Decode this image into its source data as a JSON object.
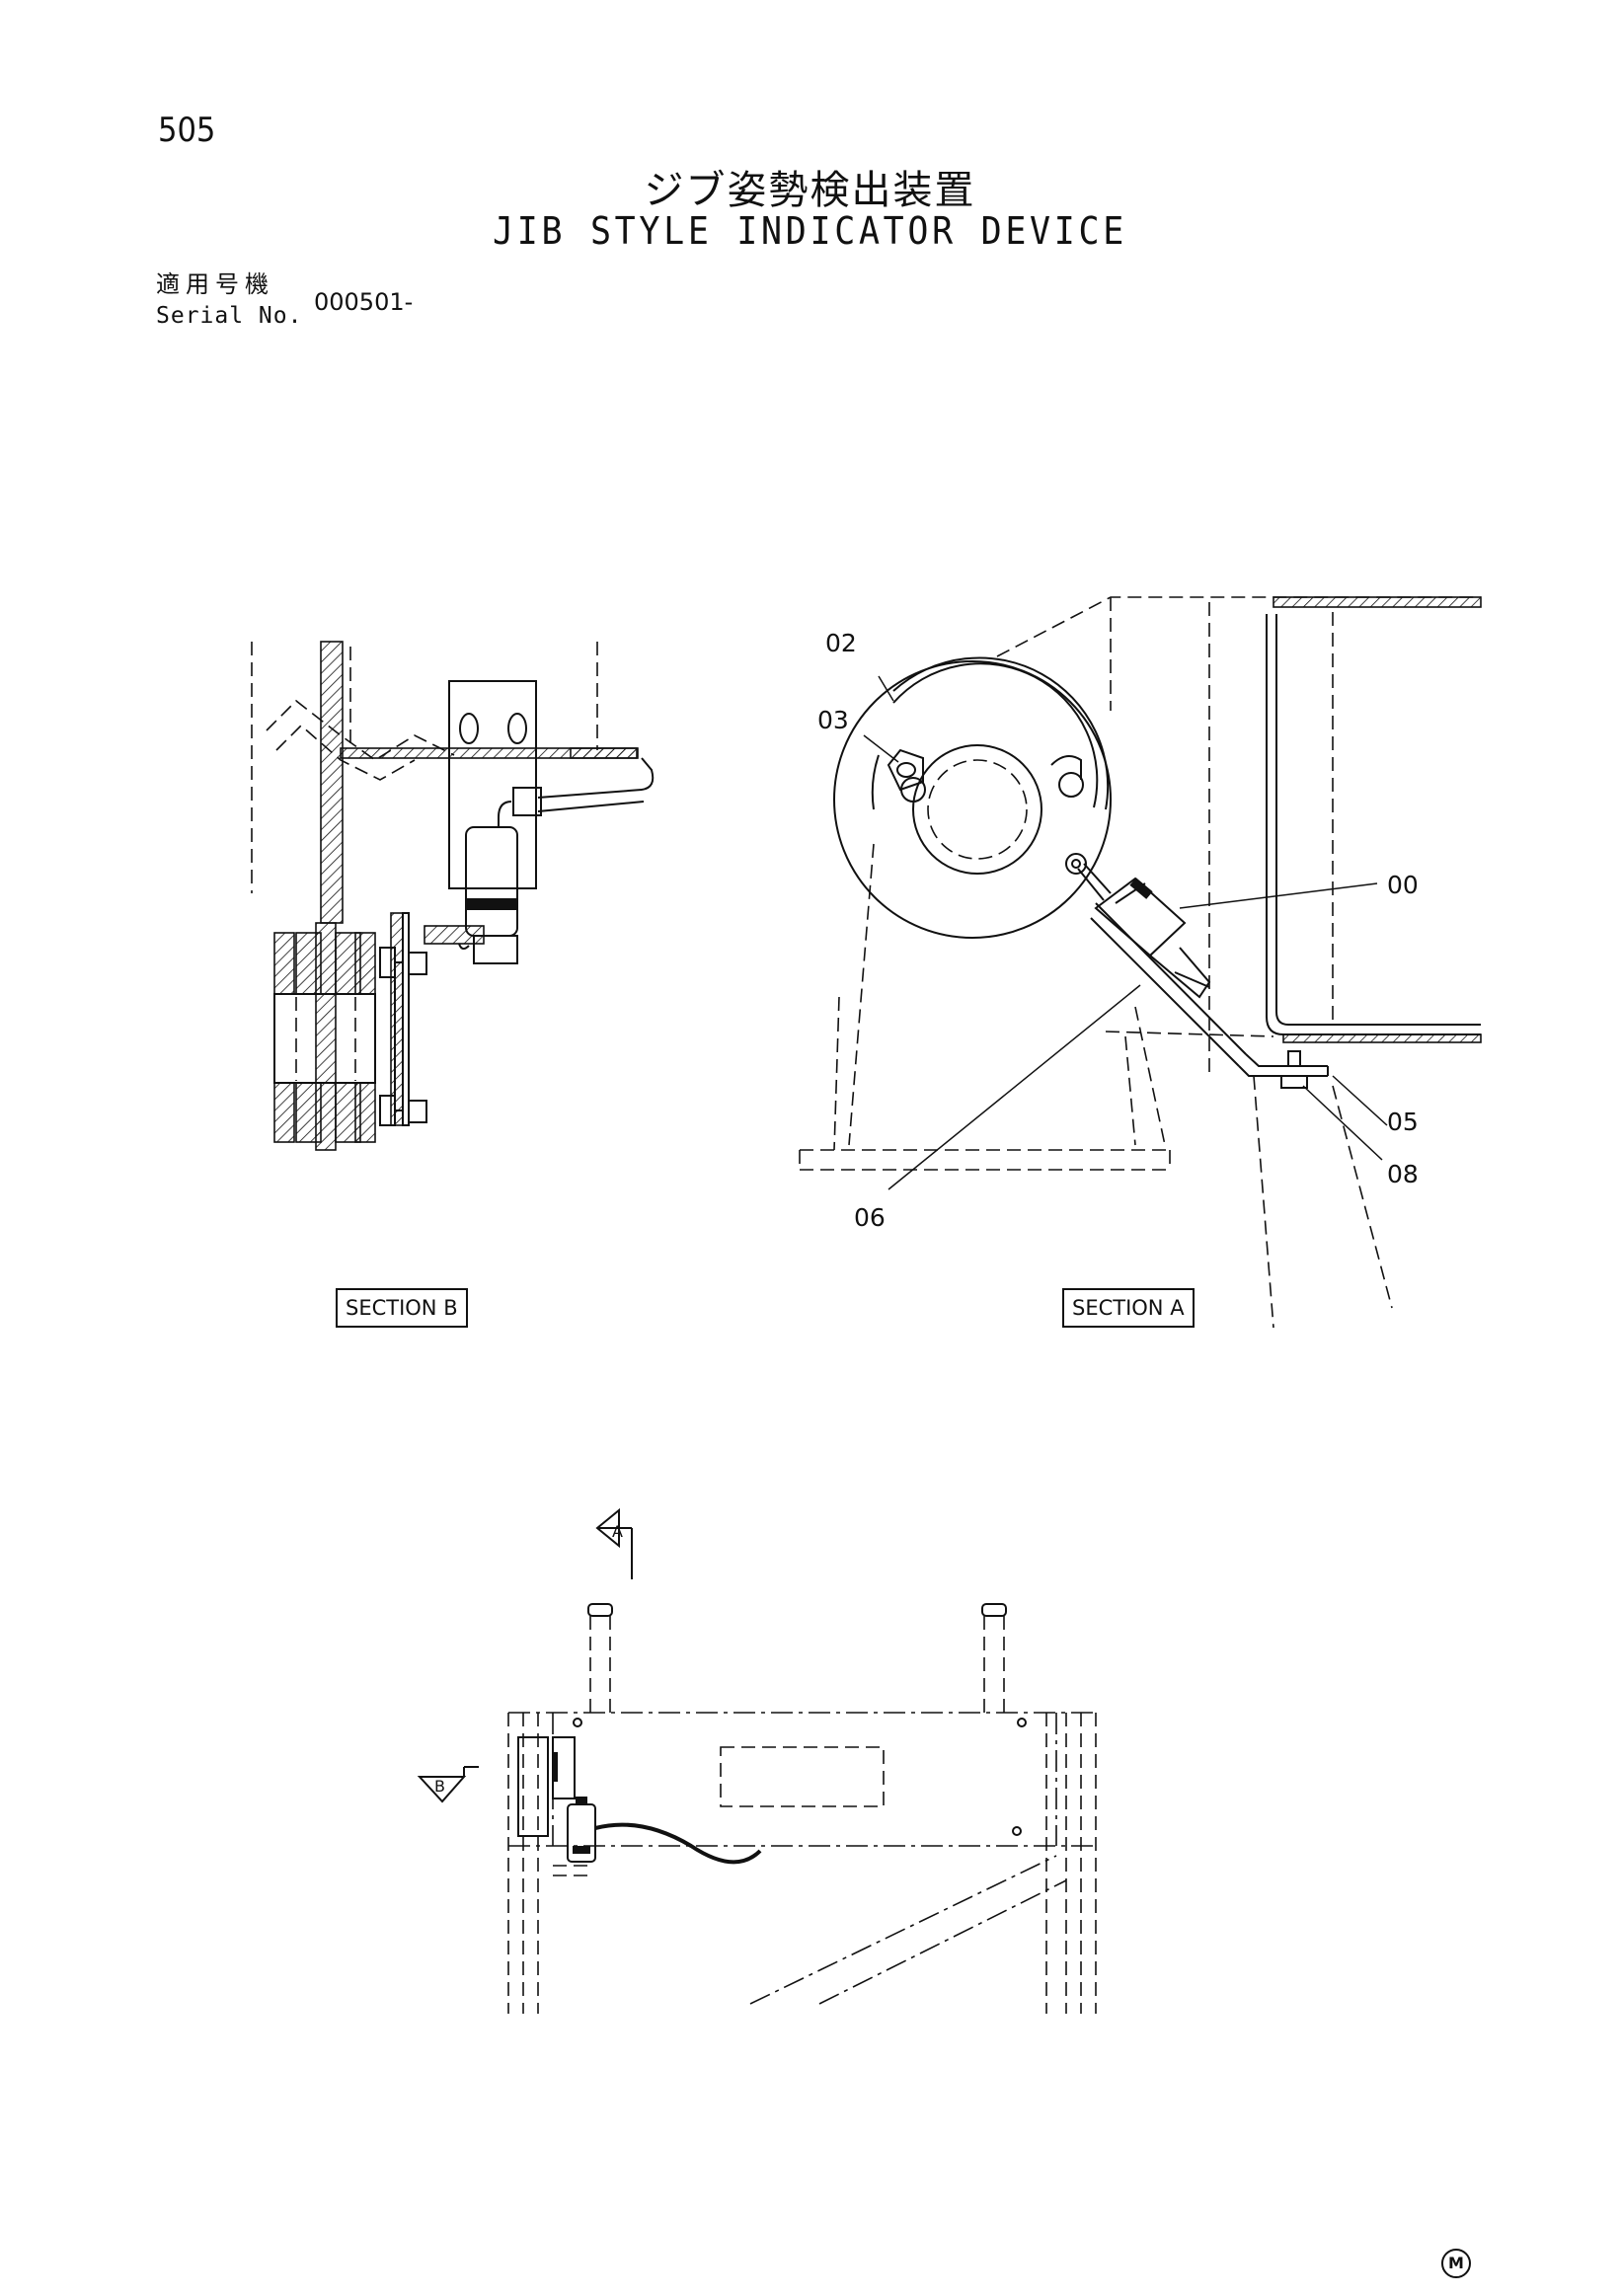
{
  "header": {
    "page_number": "505",
    "title_japanese": "ジブ姿勢検出装置",
    "title_english": "JIB STYLE INDICATOR DEVICE",
    "serial_label_japanese": "適用号機",
    "serial_label_english": "Serial No.",
    "serial_value": "000501-"
  },
  "section_labels": {
    "section_b": "SECTION B",
    "section_a": "SECTION A"
  },
  "view_markers": {
    "a": "A",
    "b": "B"
  },
  "part_callouts": {
    "p02": "02",
    "p03": "03",
    "p00": "00",
    "p05": "05",
    "p08": "08",
    "p06": "06"
  },
  "footer": {
    "mark": "M"
  }
}
